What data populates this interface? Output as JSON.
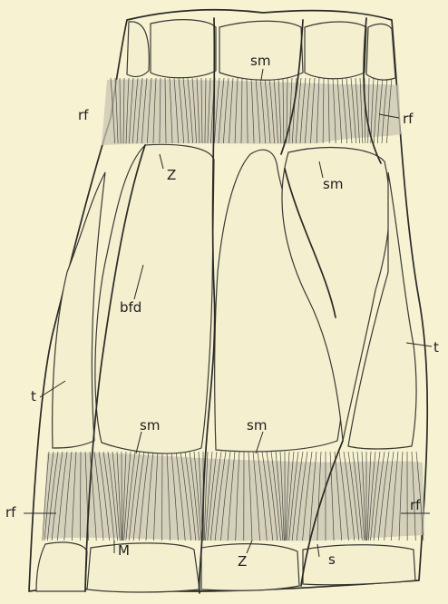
{
  "labels": {
    "sm_top": "sm",
    "rf_top_left": "rf",
    "rf_top_right": "rf",
    "z_top": "Z",
    "sm_upper_right": "sm",
    "bfd": "bfd",
    "t_left": "t",
    "t_right": "t",
    "sm_lower_left": "sm",
    "sm_lower_center": "sm",
    "rf_bottom_left": "rf",
    "rf_bottom_right": "rf",
    "m_bottom": "M",
    "z_bottom": "Z",
    "s_bottom": "s"
  },
  "colors": {
    "background": "#f6f2d2",
    "outline": "#2a2a26",
    "band_shade": "#bdb8a6"
  }
}
